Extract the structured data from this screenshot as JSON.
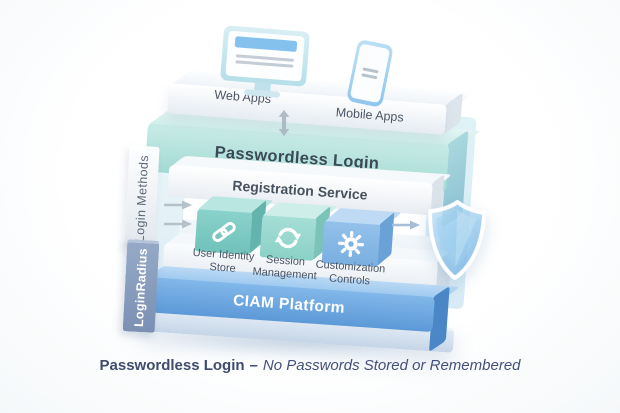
{
  "devices": {
    "web_apps_label": "Web Apps",
    "mobile_apps_label": "Mobile Apps"
  },
  "layers": {
    "passwordless": "Passwordless Login",
    "registration": "Registration Service",
    "ciam": "CIAM Platform"
  },
  "tabs": {
    "login_methods": "Login Methods",
    "loginradius": "LoginRadius"
  },
  "modules": [
    {
      "label": "User Identity Store",
      "icon": "chain-link-icon",
      "color": "#7ecbc4"
    },
    {
      "label": "Session Management",
      "icon": "sync-arrows-icon",
      "color": "#97d8cf"
    },
    {
      "label": "Customization Controls",
      "icon": "gear-icon",
      "color": "#86b9e6"
    }
  ],
  "security": {
    "icon": "shield-icon"
  },
  "caption": {
    "title": "Passwordless Login",
    "separator": "–",
    "subtitle": "No Passwords Stored or Remembered"
  },
  "colors": {
    "passwordless_layer": "#aedcd6",
    "registration_layer": "#f2f4f7",
    "ciam_layer": "#5e9bd8",
    "loginradius_tab": "#8094b6",
    "login_methods_tab": "#eef1f5",
    "caption_text": "#3f4c6e",
    "label_text": "#4a5565",
    "arrow_gray": "#aab6c1"
  }
}
